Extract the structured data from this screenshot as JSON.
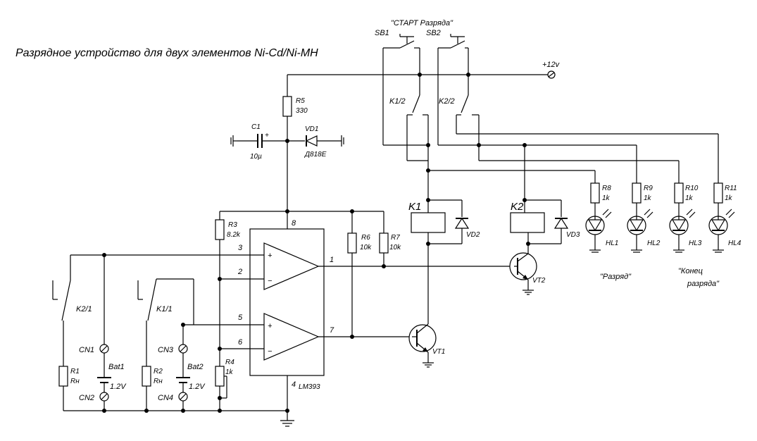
{
  "title": "Разрядное устройство для двух элементов Ni-Cd/Ni-MH",
  "start_label": "\"СТАРТ Разряда\"",
  "supply_label": "+12v",
  "chip_label": "LM393",
  "pins": {
    "p1": "1",
    "p2": "2",
    "p3": "3",
    "p4": "4",
    "p5": "5",
    "p6": "6",
    "p7": "7",
    "p8": "8"
  },
  "labels": {
    "sb1": "SB1",
    "sb2": "SB2",
    "k1_2": "K1/2",
    "k2_2": "K2/2",
    "k2_1": "K2/1",
    "k1_1": "K1/1",
    "k1": "K1",
    "k2": "K2",
    "r5": "R5",
    "r5v": "330",
    "c1": "C1",
    "c1v": "10µ",
    "c1plus": "+",
    "vd1": "VD1",
    "vd1v": "Д818Е",
    "r3": "R3",
    "r3v": "8.2k",
    "r6": "R6",
    "r6v": "10k",
    "r7": "R7",
    "r7v": "10k",
    "r4": "R4",
    "r4v": "1k",
    "vd2": "VD2",
    "vd3": "VD3",
    "vt1": "VT1",
    "vt2": "VT2",
    "r8": "R8",
    "r8v": "1k",
    "r9": "R9",
    "r9v": "1k",
    "r10": "R10",
    "r10v": "1k",
    "r11": "R11",
    "r11v": "1k",
    "hl1": "HL1",
    "hl2": "HL2",
    "hl3": "HL3",
    "hl4": "HL4",
    "razryad": "\"Разряд\"",
    "konec1": "\"Конец",
    "konec2": "разряда\"",
    "r1": "R1",
    "r1v": "Rн",
    "r2": "R2",
    "r2v": "Rн",
    "cn1": "CN1",
    "cn2": "CN2",
    "cn3": "CN3",
    "cn4": "CN4",
    "bat1": "Bat1",
    "bat1v": "1.2V",
    "bat2": "Bat2",
    "bat2v": "1.2V",
    "plus": "+",
    "minus": "−"
  }
}
